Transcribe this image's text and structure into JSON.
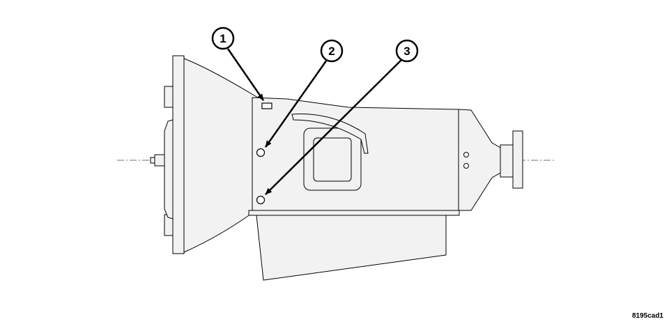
{
  "callouts": [
    {
      "label": "1"
    },
    {
      "label": "2"
    },
    {
      "label": "3"
    }
  ],
  "reference_code": "8195cad1",
  "colors": {
    "line": "#000000",
    "fill": "#f2f2f2",
    "background": "#ffffff"
  }
}
